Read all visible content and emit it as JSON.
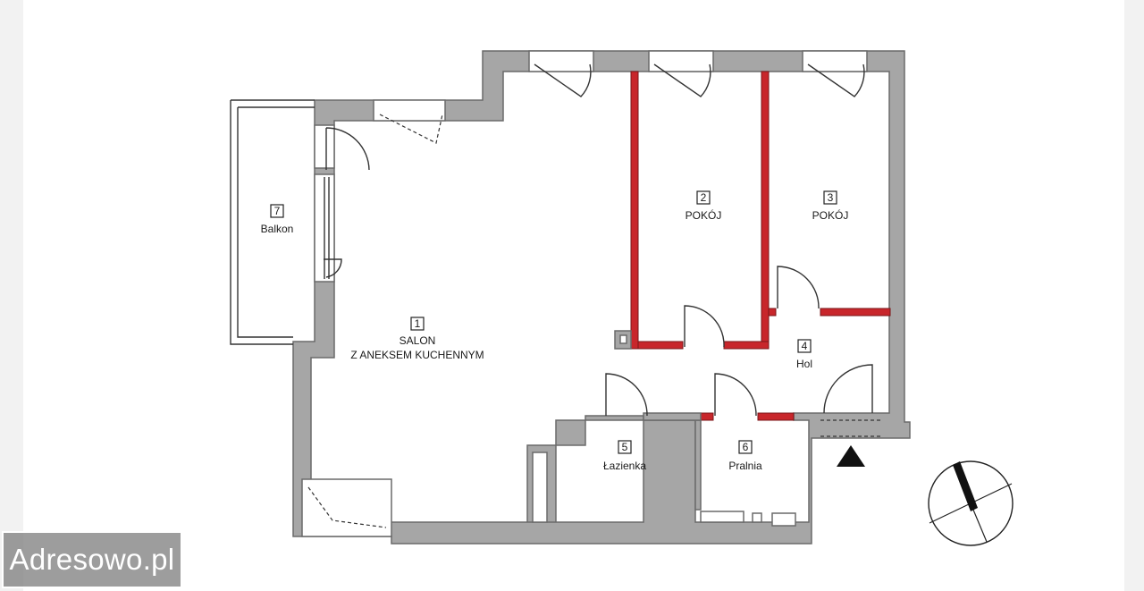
{
  "rooms": [
    {
      "number": "1",
      "name_line1": "SALON",
      "name_line2": "Z ANEKSEM KUCHENNYM"
    },
    {
      "number": "2",
      "name_line1": "POKÓJ"
    },
    {
      "number": "3",
      "name_line1": "POKÓJ"
    },
    {
      "number": "4",
      "name_line1": "Hol"
    },
    {
      "number": "5",
      "name_line1": "Łazienka"
    },
    {
      "number": "6",
      "name_line1": "Pralnia"
    },
    {
      "number": "7",
      "name_line1": "Balkon"
    }
  ],
  "watermark": {
    "text": "Adresowo.pl"
  },
  "colors": {
    "wall": "#a6a6a6",
    "partition_highlight": "#c8262b"
  },
  "icons": {
    "entrance": "entrance-arrow-icon",
    "compass": "north-compass-icon"
  }
}
